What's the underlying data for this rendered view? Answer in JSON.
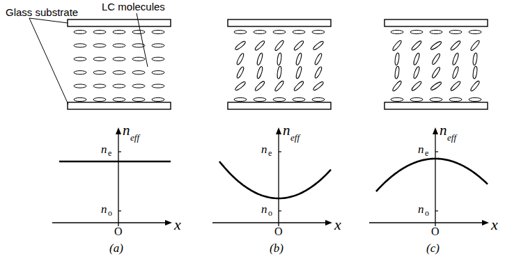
{
  "diagram": {
    "labels": [
      "Glass substrate",
      "LC molecules",
      "n",
      "eff",
      "n",
      "e",
      "n",
      "o",
      "O",
      "x",
      "(a)",
      "n",
      "eff",
      "n",
      "e",
      "n",
      "o",
      "O",
      "x",
      "(b)",
      "n",
      "eff",
      "n",
      "e",
      "n",
      "o",
      "O",
      "x",
      "(c)"
    ]
  }
}
